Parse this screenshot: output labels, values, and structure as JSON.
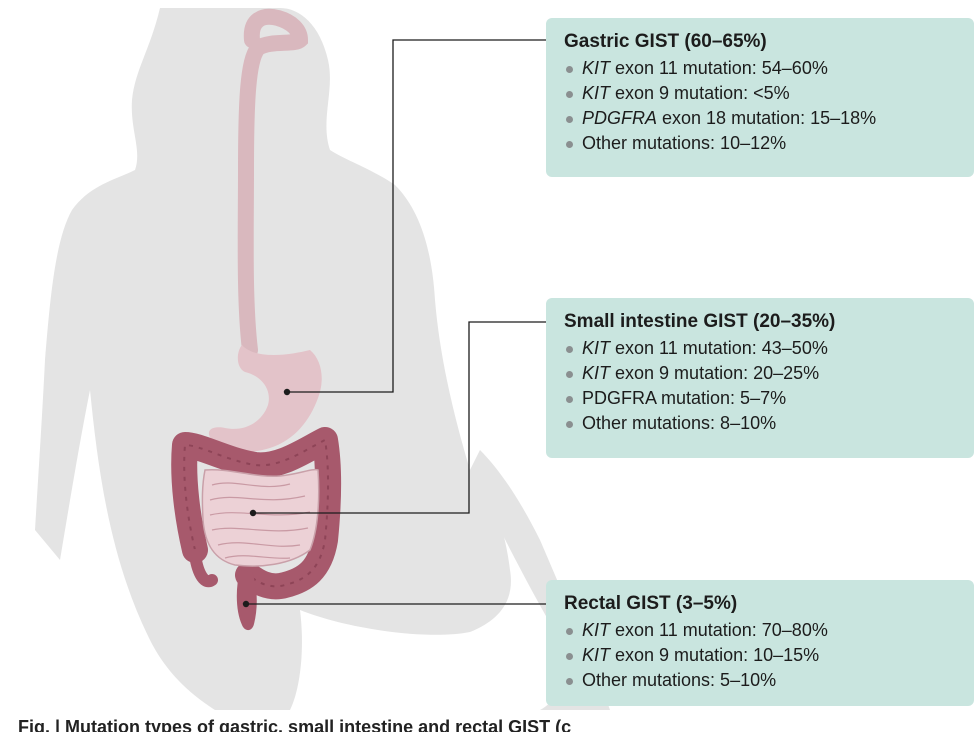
{
  "panels": {
    "gastric": {
      "title": "Gastric GIST (60–65%)",
      "items": [
        {
          "gene": "KIT",
          "rest": " exon 11 mutation: 54–60%"
        },
        {
          "gene": "KIT",
          "rest": " exon 9 mutation: <5%"
        },
        {
          "gene": "PDGFRA",
          "rest": " exon 18 mutation: 15–18%"
        },
        {
          "gene": "",
          "rest": "Other mutations: 10–12%"
        }
      ]
    },
    "small_intestine": {
      "title": "Small intestine GIST (20–35%)",
      "items": [
        {
          "gene": "KIT",
          "rest": " exon 11 mutation: 43–50%"
        },
        {
          "gene": "KIT",
          "rest": " exon 9 mutation: 20–25%"
        },
        {
          "gene": "",
          "rest": "PDGFRA mutation: 5–7%"
        },
        {
          "gene": "",
          "rest": "Other mutations: 8–10%"
        }
      ]
    },
    "rectal": {
      "title": "Rectal GIST (3–5%)",
      "items": [
        {
          "gene": "KIT",
          "rest": " exon 11 mutation: 70–80%"
        },
        {
          "gene": "KIT",
          "rest": " exon 9 mutation: 10–15%"
        },
        {
          "gene": "",
          "rest": "Other mutations: 5–10%"
        }
      ]
    }
  },
  "caption": "Fig. | Mutation types of gastric, small intestine and rectal GIST (c"
}
